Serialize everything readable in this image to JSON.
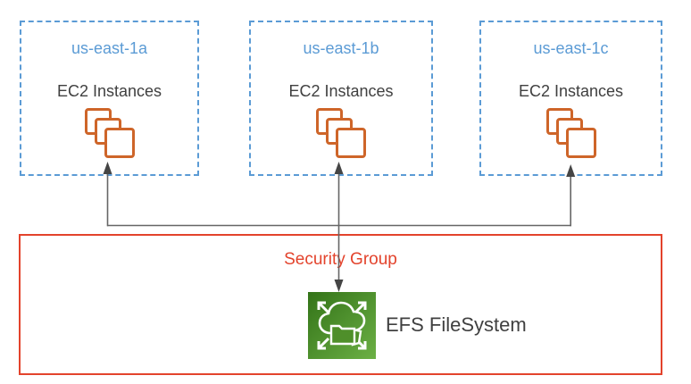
{
  "zones": [
    {
      "name": "us-east-1a",
      "service": "EC2 Instances"
    },
    {
      "name": "us-east-1b",
      "service": "EC2 Instances"
    },
    {
      "name": "us-east-1c",
      "service": "EC2 Instances"
    }
  ],
  "security_group": {
    "label": "Security Group"
  },
  "efs": {
    "label": "EFS FileSystem"
  },
  "icons": {
    "ec2": "ec2-instances-stack-icon",
    "efs": "efs-elastic-file-system-icon"
  },
  "colors": {
    "zone_border": "#5B9BD5",
    "zone_title": "#5B9BD5",
    "ec2_orange": "#CE6529",
    "security_group_red": "#E3432C",
    "connector_gray": "#666666",
    "connector_arrow": "#454545",
    "efs_green_dark": "#337318",
    "efs_green_mid": "#4F8F2A",
    "efs_green_light": "#6CB045",
    "text_dark": "#404040"
  }
}
